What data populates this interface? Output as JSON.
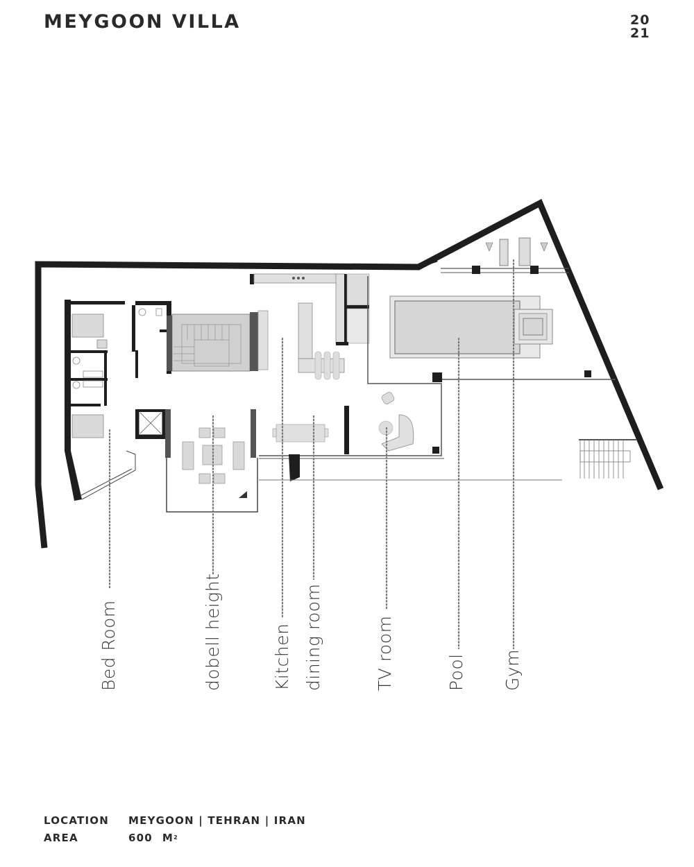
{
  "header": {
    "title": "MEYGOON VILLA",
    "year_top": "20",
    "year_bottom": "21"
  },
  "rooms": [
    {
      "id": "bedroom",
      "label": "Bed Room"
    },
    {
      "id": "double-height",
      "label": "dobell height"
    },
    {
      "id": "kitchen",
      "label": "Kitchen"
    },
    {
      "id": "dining",
      "label": "dining room"
    },
    {
      "id": "tv",
      "label": "TV room"
    },
    {
      "id": "pool",
      "label": "Pool"
    },
    {
      "id": "gym",
      "label": "Gym"
    }
  ],
  "info": {
    "location_key": "LOCATION",
    "location_value": "MEYGOON | TEHRAN | IRAN",
    "area_key": "AREA",
    "area_value": "600",
    "area_unit": "M",
    "area_unit_sup": "2"
  },
  "colors": {
    "wall": "#1e1e1e",
    "furniture_fill": "#d9d9d9",
    "leader_dots": "#777777",
    "text": "#2a2a2a"
  }
}
